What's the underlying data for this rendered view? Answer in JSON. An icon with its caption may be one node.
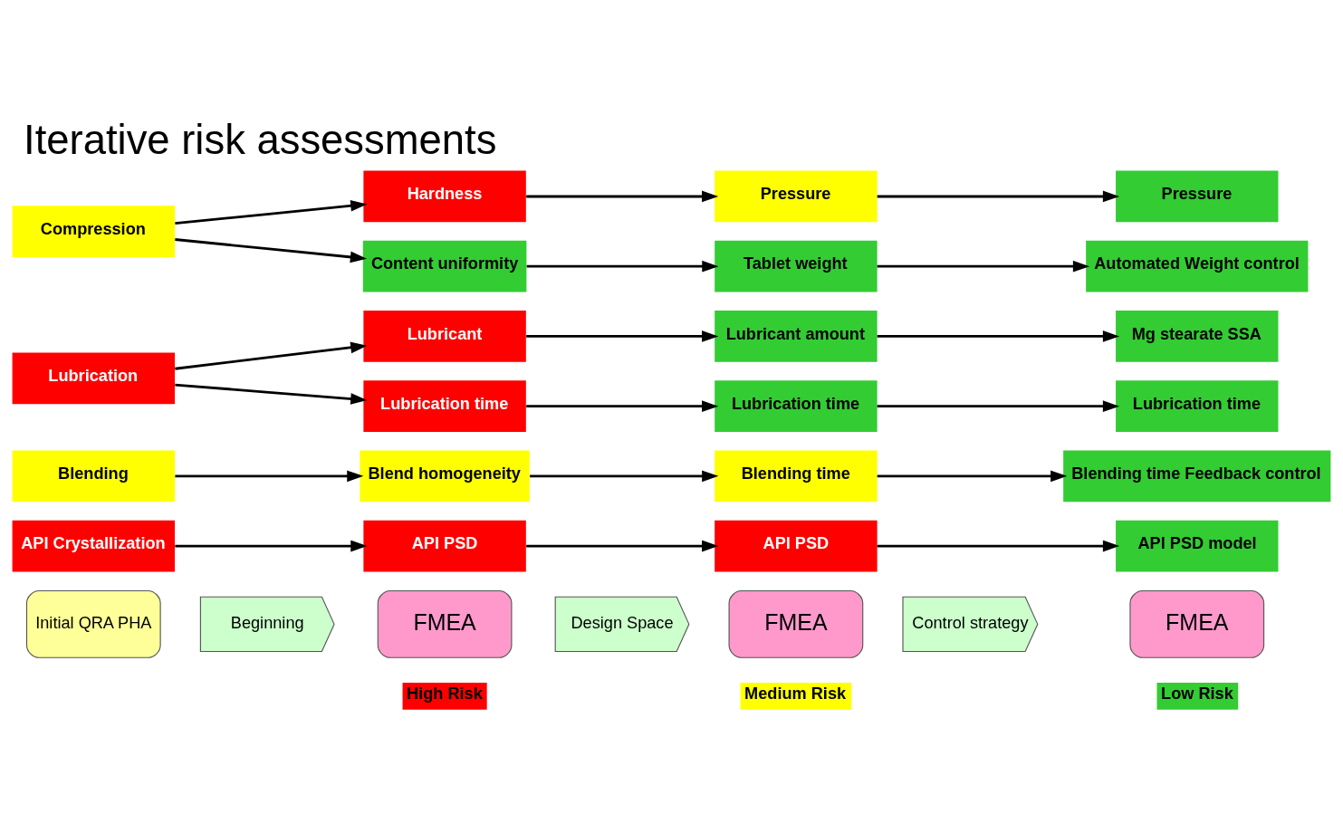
{
  "diagram": {
    "title": "Iterative risk assessments",
    "nodes": [
      {
        "text": [
          "Initial QRA PHA"
        ]
      },
      {
        "text": [
          "Beginning"
        ]
      },
      {
        "text": [
          "FMEA"
        ]
      },
      {
        "text": [
          "Design Space"
        ]
      },
      {
        "text": [
          "FMEA"
        ]
      },
      {
        "text": [
          "Control strategy"
        ]
      },
      {
        "text": [
          "FMEA"
        ]
      },
      {
        "text": [
          "API Crystallization"
        ]
      },
      {
        "text": [
          "API PSD"
        ]
      },
      {
        "text": [
          "API PSD"
        ]
      },
      {
        "text": [
          "API PSD model"
        ]
      },
      {
        "text": [
          "Blending"
        ]
      },
      {
        "text": [
          "Blend homogeneity"
        ]
      },
      {
        "text": [
          "Blending time"
        ]
      },
      {
        "text": [
          "Blending time Feedback control"
        ]
      },
      {
        "text": [
          "Lubrication"
        ]
      },
      {
        "text": [
          "Lubricant"
        ]
      },
      {
        "text": [
          "Lubrication time"
        ]
      },
      {
        "text": [
          "Lubricant amount"
        ]
      },
      {
        "text": [
          "Lubrication time"
        ]
      },
      {
        "text": [
          "Mg stearate SSA"
        ]
      },
      {
        "text": [
          "Lubrication time"
        ]
      },
      {
        "text": [
          "Compression"
        ]
      },
      {
        "text": [
          "Hardness"
        ]
      },
      {
        "text": [
          "Content uniformity"
        ]
      },
      {
        "text": [
          "Pressure"
        ]
      },
      {
        "text": [
          "Tablet weight"
        ]
      },
      {
        "text": [
          "Pressure"
        ]
      },
      {
        "text": [
          "Automated Weight control"
        ]
      }
    ],
    "edges": [
      {
        "from": 7,
        "to": 8,
        "arrow": "to"
      },
      {
        "from": 8,
        "to": 9,
        "arrow": "to"
      },
      {
        "from": 9,
        "to": 10,
        "arrow": "to"
      },
      {
        "from": 11,
        "to": 12,
        "arrow": "to"
      },
      {
        "from": 12,
        "to": 13,
        "arrow": "to"
      },
      {
        "from": 13,
        "to": 14,
        "arrow": "to"
      },
      {
        "from": 15,
        "to": 16,
        "arrow": "to"
      },
      {
        "from": 15,
        "to": 17,
        "arrow": "to"
      },
      {
        "from": 16,
        "to": 18,
        "arrow": "to"
      },
      {
        "from": 17,
        "to": 19,
        "arrow": "to"
      },
      {
        "from": 18,
        "to": 20,
        "arrow": "to"
      },
      {
        "from": 19,
        "to": 21,
        "arrow": "to"
      },
      {
        "from": 22,
        "to": 23,
        "arrow": "to"
      },
      {
        "from": 22,
        "to": 24,
        "arrow": "to"
      },
      {
        "from": 23,
        "to": 25,
        "arrow": "to"
      },
      {
        "from": 24,
        "to": 26,
        "arrow": "to"
      },
      {
        "from": 25,
        "to": 27,
        "arrow": "to"
      },
      {
        "from": 26,
        "to": 28,
        "arrow": "to"
      }
    ],
    "legend": [
      {
        "text": "High Risk",
        "color": "#ff0000"
      },
      {
        "text": "Medium Risk",
        "color": "#ffff00"
      },
      {
        "text": "Low Risk",
        "color": "#33cc33"
      }
    ]
  }
}
